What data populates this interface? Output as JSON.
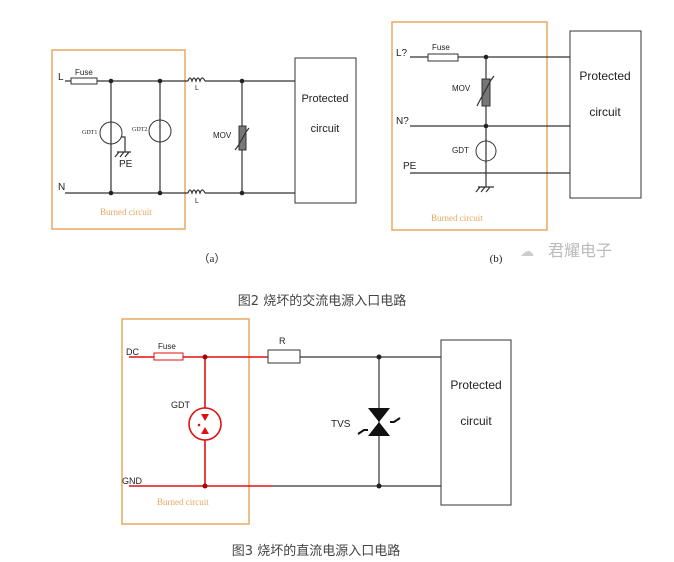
{
  "fig_a": {
    "line_l": "L",
    "line_n": "N",
    "fuse": "Fuse",
    "gdt1": "GDT1",
    "gdt2": "GDT2",
    "pe": "PE",
    "inductor_top": "L",
    "inductor_bottom": "L",
    "mov": "MOV",
    "protected_1": "Protected",
    "protected_2": "circuit",
    "burned": "Burned circuit",
    "sub_label": "（a）"
  },
  "fig_b": {
    "line_l": "L?",
    "line_n": "N?",
    "line_pe": "PE",
    "fuse": "Fuse",
    "mov": "MOV",
    "gdt": "GDT",
    "protected_1": "Protected",
    "protected_2": "circuit",
    "burned": "Burned circuit",
    "sub_label": "(b)"
  },
  "watermark": "君耀电子",
  "caption_fig2": "图2   烧坏的交流电源入口电路",
  "fig3": {
    "line_dc": "DC",
    "line_gnd": "GND",
    "fuse": "Fuse",
    "resistor": "R",
    "gdt": "GDT",
    "tvs": "TVS",
    "protected_1": "Protected",
    "protected_2": "circuit",
    "burned": "Burned circuit"
  },
  "caption_fig3": "图3   烧坏的直流电源入口电路",
  "colors": {
    "box": "#e8a860",
    "fault": "#e01010",
    "wire": "#333333"
  }
}
